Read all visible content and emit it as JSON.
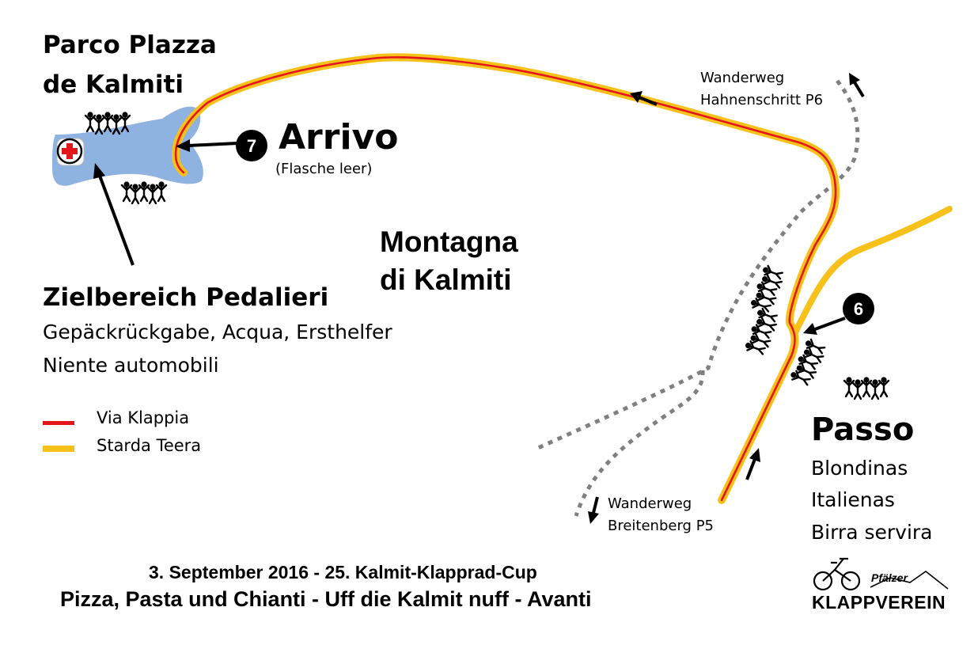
{
  "park": {
    "line1": "Parco Plazza",
    "line2": "de Kalmiti"
  },
  "finish": {
    "number": "7",
    "label": "Arrivo",
    "note": "(Flasche leer)"
  },
  "mountain": {
    "line1": "Montagna",
    "line2": "di Kalmiti"
  },
  "finish_area": {
    "title": "Zielbereich Pedalieri",
    "line1": "Gepäckrückgabe, Acqua,  Ersthelfer",
    "line2": "Niente automobili"
  },
  "legend": [
    {
      "label": "Via Klappia",
      "color": "#e3161b"
    },
    {
      "label": "Starda Teera",
      "color": "#f7c11b"
    }
  ],
  "trail_north": {
    "line1": "Wanderweg",
    "line2": "Hahnenschritt P6"
  },
  "trail_south": {
    "line1": "Wanderweg",
    "line2": "Breitenberg P5"
  },
  "pass": {
    "number": "6",
    "title": "Passo",
    "line1": "Blondinas",
    "line2": "Italienas",
    "line3": "Birra servira"
  },
  "footer": {
    "line1": "3. September 2016 - 25. Kalmit-Klapprad-Cup",
    "line2": "Pizza, Pasta und Chianti - Uff die Kalmit nuff - Avanti"
  },
  "logo": {
    "top": "Pfälzer",
    "name": "KLAPPVEREIN"
  },
  "colors": {
    "lake": "#8fb3e1",
    "road_red": "#e3161b",
    "road_yellow": "#f7c11b",
    "trail": "#808080"
  },
  "icons": [
    "first-aid-cross-icon",
    "people-group-icon",
    "direction-arrow-icon",
    "bicycle-icon",
    "mountain-icon"
  ]
}
